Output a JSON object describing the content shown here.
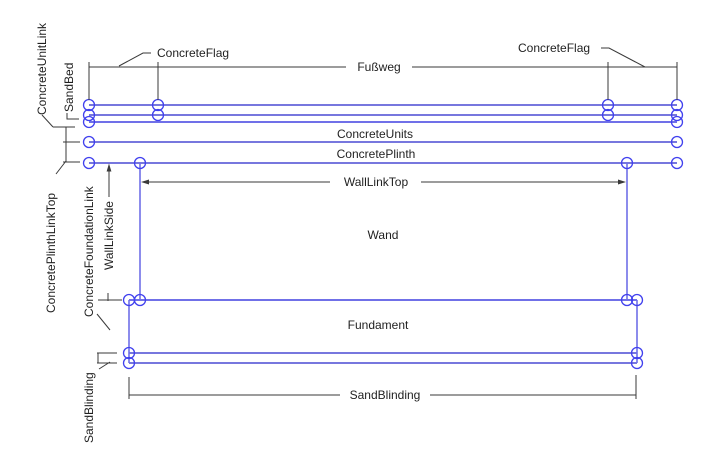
{
  "colors": {
    "structure_line": "#2626c9",
    "structure_light": "#7070e8",
    "node_stroke": "#4040ee",
    "dimension_line": "#3a3a3a",
    "label_text": "#1f1f1f",
    "background": "#ffffff"
  },
  "diagram": {
    "top_labels": {
      "concrete_flag_left": "ConcreteFlag",
      "concrete_flag_right": "ConcreteFlag",
      "footway": "Fußweg"
    },
    "layer_labels": {
      "concrete_units": "ConcreteUnits",
      "concrete_plinth": "ConcretePlinth"
    },
    "element_labels": {
      "wall_link_top": "WallLinkTop",
      "wall": "Wand",
      "foundation": "Fundament",
      "sand_blinding_bottom": "SandBlinding"
    },
    "side_labels": {
      "concrete_unit_link": "ConcreteUnitLink",
      "sand_bed": "SandBed",
      "concrete_plinth_link_top": "ConcretePlinthLinkTop",
      "concrete_foundation_link": "ConcreteFoundationLink",
      "wall_link_side": "WallLinkSide",
      "sand_blinding": "SandBlinding"
    }
  }
}
